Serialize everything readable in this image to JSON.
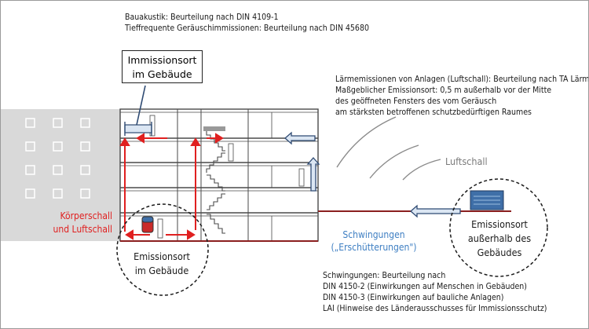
{
  "norms_top": [
    "Bauakustik: Beurteilung nach  DIN 4109-1",
    "Tieffrequente Geräuschimmissionen: Beurteilung nach  DIN 45680"
  ],
  "immission_box": [
    "Immissionsort",
    "im Gebäude"
  ],
  "airborne_norm": [
    "Lärmemissionen von Anlagen (Luftschall): Beurteilung nach TA Lärm",
    "Maßgeblicher Emissionsort: 0,5 m außerhalb vor der Mitte",
    "des geöffneten Fensters des vom Geräusch",
    "am stärksten betroffenen schutzbedürftigen Raumes"
  ],
  "airborne_label": "Luftschall",
  "structure_label": [
    "Körperschall",
    "und Luftschall"
  ],
  "vibration_label": [
    "Schwingungen",
    "(„Erschütterungen\")"
  ],
  "emission_inside": [
    "Emissionsort",
    "im Gebäude"
  ],
  "emission_outside": [
    "Emissionsort",
    "außerhalb des",
    "Gebäudes"
  ],
  "vibration_norm": [
    "Schwingungen: Beurteilung nach",
    "DIN 4150-2 (Einwirkungen auf Menschen in Gebäuden)",
    "DIN 4150-3 (Einwirkungen auf bauliche Anlagen)",
    "LAI (Hinweise des Länderausschusses für Immissionsschutz)"
  ],
  "colors": {
    "red": "#e02020",
    "blue": "#3d7ec2",
    "arrow_fill": "#dbe6f3",
    "arrow_stroke": "#2f4b73",
    "ground": "#8b1f1f",
    "grey_building": "#d9d9d9"
  },
  "icons": [
    "arrow-icon",
    "tank-icon",
    "ventilation-unit-icon",
    "sound-wave-icon"
  ]
}
